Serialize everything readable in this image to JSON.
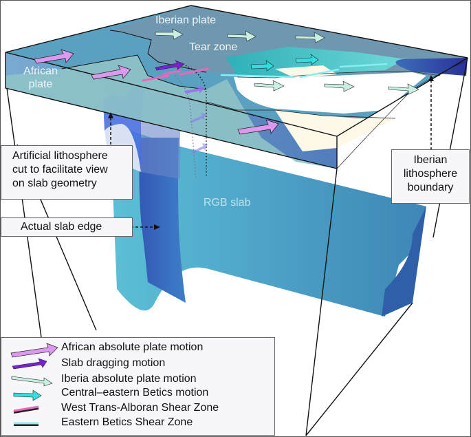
{
  "diagram": {
    "type": "3D block diagram of lithosphere and subducting slab",
    "map_labels": {
      "african_plate": "African plate",
      "iberian_plate": "Iberian plate",
      "tear_zone": "Tear zone",
      "rgb_slab": "RGB slab"
    },
    "callouts": {
      "artificial_cut": [
        "Artificial lithosphere",
        "cut to facilitate view",
        "on slab geometry"
      ],
      "slab_edge": "Actual slab edge",
      "iberian_boundary": [
        "Iberian",
        "lithosphere",
        "boundary"
      ]
    },
    "legend": {
      "items": [
        {
          "label": "African absolute plate motion",
          "symbol": "large-arrow",
          "color": "#dd99ee"
        },
        {
          "label": "Slab dragging motion",
          "symbol": "arrow",
          "color": "#7a1fd6"
        },
        {
          "label": "Iberia absolute plate motion",
          "symbol": "thin-arrow",
          "color": "#c8f0e0"
        },
        {
          "label": "Central–eastern Betics motion",
          "symbol": "small-arrow",
          "color": "#2fe0e0"
        },
        {
          "label": "West Trans-Alboran Shear Zone",
          "symbol": "line",
          "color": "#ee66bb"
        },
        {
          "label": "Eastern Betics Shear Zone",
          "symbol": "line",
          "color": "#88eef0"
        }
      ]
    },
    "colors": {
      "plate_top": "#5aa0c0",
      "african_light": "#8ec3c8",
      "iberia_dark": "#6f97b0",
      "slab": "#4f9fc8",
      "slab_edge": "#3f63c0",
      "cream": "#fdf8e8",
      "callout_bg": "#f6f6fb"
    }
  }
}
